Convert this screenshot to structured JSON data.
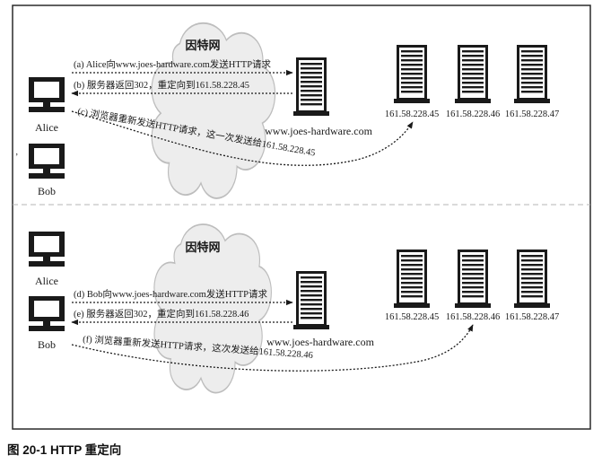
{
  "diagram": {
    "top_panel": {
      "cloud_label": "因特网",
      "users": [
        "Alice",
        "Bob"
      ],
      "server_label": "www.joes-hardware.com",
      "ip_labels": [
        "161.58.228.45",
        "161.58.228.46",
        "161.58.228.47"
      ],
      "steps": {
        "a": "(a)  Alice向www.joes-hardware.com发送HTTP请求",
        "b": "(b)  服务器返回302，重定向到161.58.228.45",
        "c": "(c)  浏览器重新发送HTTP请求，这一次发送给161.58.228.45"
      }
    },
    "bottom_panel": {
      "cloud_label": "因特网",
      "users": [
        "Alice",
        "Bob"
      ],
      "server_label": "www.joes-hardware.com",
      "ip_labels": [
        "161.58.228.45",
        "161.58.228.46",
        "161.58.228.47"
      ],
      "steps": {
        "d": "(d)  Bob向www.joes-hardware.com发送HTTP请求",
        "e": "(e)  服务器返回302，重定向到161.58.228.46",
        "f": "(f)  浏览器重新发送HTTP请求，这次发送给161.58.228.46"
      }
    },
    "caption": "图 20-1   HTTP 重定向"
  },
  "colors": {
    "ink": "#1a1a1a",
    "cloud_fill": "#ededed",
    "cloud_stroke": "#bdbdbd",
    "divider": "#b5b5b5"
  }
}
